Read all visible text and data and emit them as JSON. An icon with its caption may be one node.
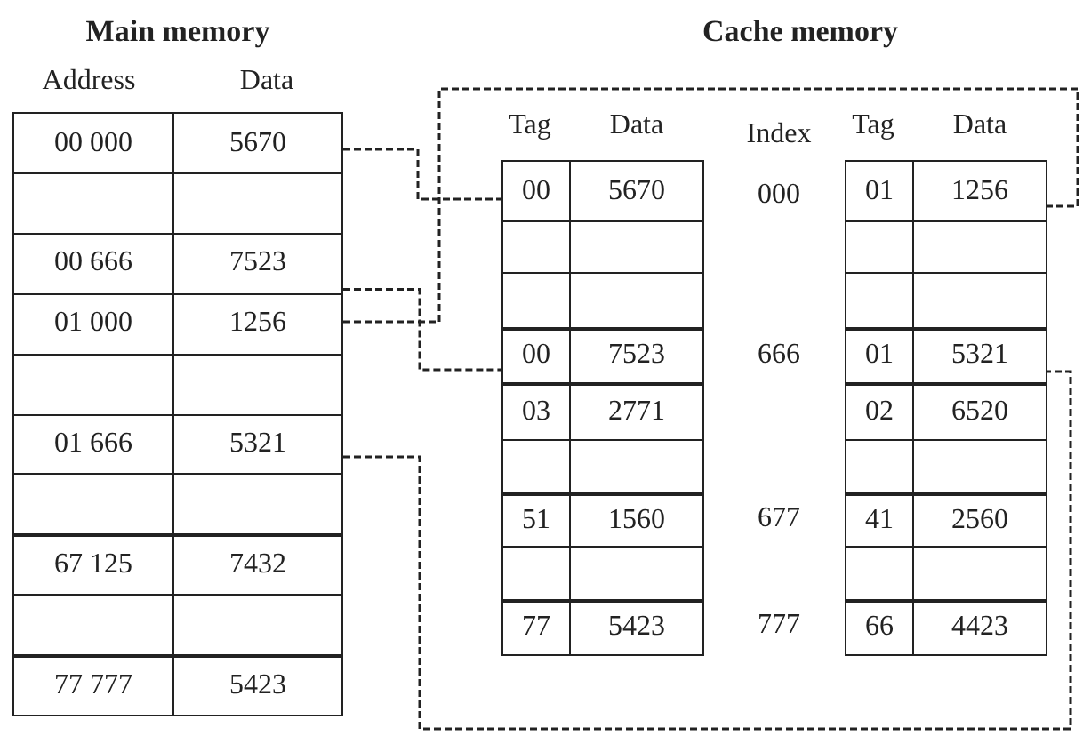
{
  "diagram": {
    "nodes": [
      {
        "text": [
          "00 000",
          "5670"
        ]
      },
      {
        "text": [],
        "shape": "box"
      },
      {
        "text": [
          "00 666",
          "7523"
        ]
      },
      {
        "text": [
          "01 000",
          "1256"
        ]
      },
      {
        "text": [],
        "shape": "box"
      },
      {
        "text": [
          "01 666",
          "5321"
        ]
      },
      {
        "text": [],
        "shape": "box"
      },
      {
        "text": [
          "67 125",
          "7432"
        ]
      },
      {
        "text": [],
        "shape": "box"
      },
      {
        "text": [
          "77 777",
          "5423"
        ]
      },
      {
        "text": [
          "00",
          "5670"
        ]
      },
      {
        "text": [],
        "shape": "box"
      },
      {
        "text": [],
        "shape": "box"
      },
      {
        "text": [
          "00",
          "7523"
        ]
      },
      {
        "text": [
          "03",
          "2771"
        ]
      },
      {
        "text": [],
        "shape": "box"
      },
      {
        "text": [
          "51",
          "1560"
        ]
      },
      {
        "text": [],
        "shape": "box"
      },
      {
        "text": [
          "77",
          "5423"
        ]
      },
      {
        "text": [
          "01",
          "1256"
        ]
      },
      {
        "text": [],
        "shape": "box"
      },
      {
        "text": [],
        "shape": "box"
      },
      {
        "text": [
          "01",
          "5321"
        ]
      },
      {
        "text": [
          "02",
          "6520"
        ]
      },
      {
        "text": [],
        "shape": "box"
      },
      {
        "text": [
          "41",
          "2560"
        ]
      },
      {
        "text": [],
        "shape": "box"
      },
      {
        "text": [
          "66",
          "4423"
        ]
      }
    ],
    "edges": [
      {
        "from": 0,
        "to": 10,
        "arrow": "none",
        "style": "dashed"
      },
      {
        "from": 2,
        "to": 13,
        "arrow": "none",
        "style": "dashed"
      },
      {
        "from": 3,
        "to": 19,
        "arrow": "none",
        "style": "dashed"
      },
      {
        "from": 5,
        "to": 22,
        "arrow": "none",
        "style": "dashed"
      }
    ],
    "labels": [
      "Main memory",
      "Cache memory",
      "Address",
      "Data",
      "Tag",
      "Data",
      "Index",
      "Tag",
      "Data",
      "000",
      "666",
      "677",
      "777"
    ]
  }
}
